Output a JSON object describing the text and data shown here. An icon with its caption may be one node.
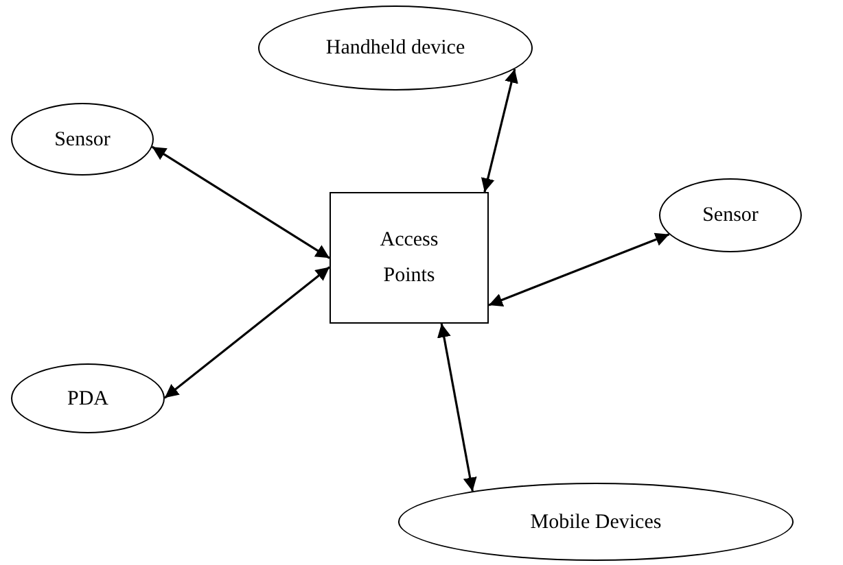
{
  "diagram": {
    "nodes": [
      {
        "text": [
          "Handheld device"
        ]
      },
      {
        "text": [
          "Sensor"
        ]
      },
      {
        "text": [
          "Access Points"
        ]
      },
      {
        "text": [
          "Sensor"
        ]
      },
      {
        "text": [
          "PDA"
        ]
      },
      {
        "text": [
          "Mobile Devices"
        ]
      }
    ],
    "edges": [
      {
        "from": 1,
        "to": 2,
        "arrow": "both"
      },
      {
        "from": 0,
        "to": 2,
        "arrow": "both"
      },
      {
        "from": 2,
        "to": 3,
        "arrow": "both"
      },
      {
        "from": 4,
        "to": 2,
        "arrow": "both"
      },
      {
        "from": 2,
        "to": 5,
        "arrow": "both"
      }
    ]
  }
}
